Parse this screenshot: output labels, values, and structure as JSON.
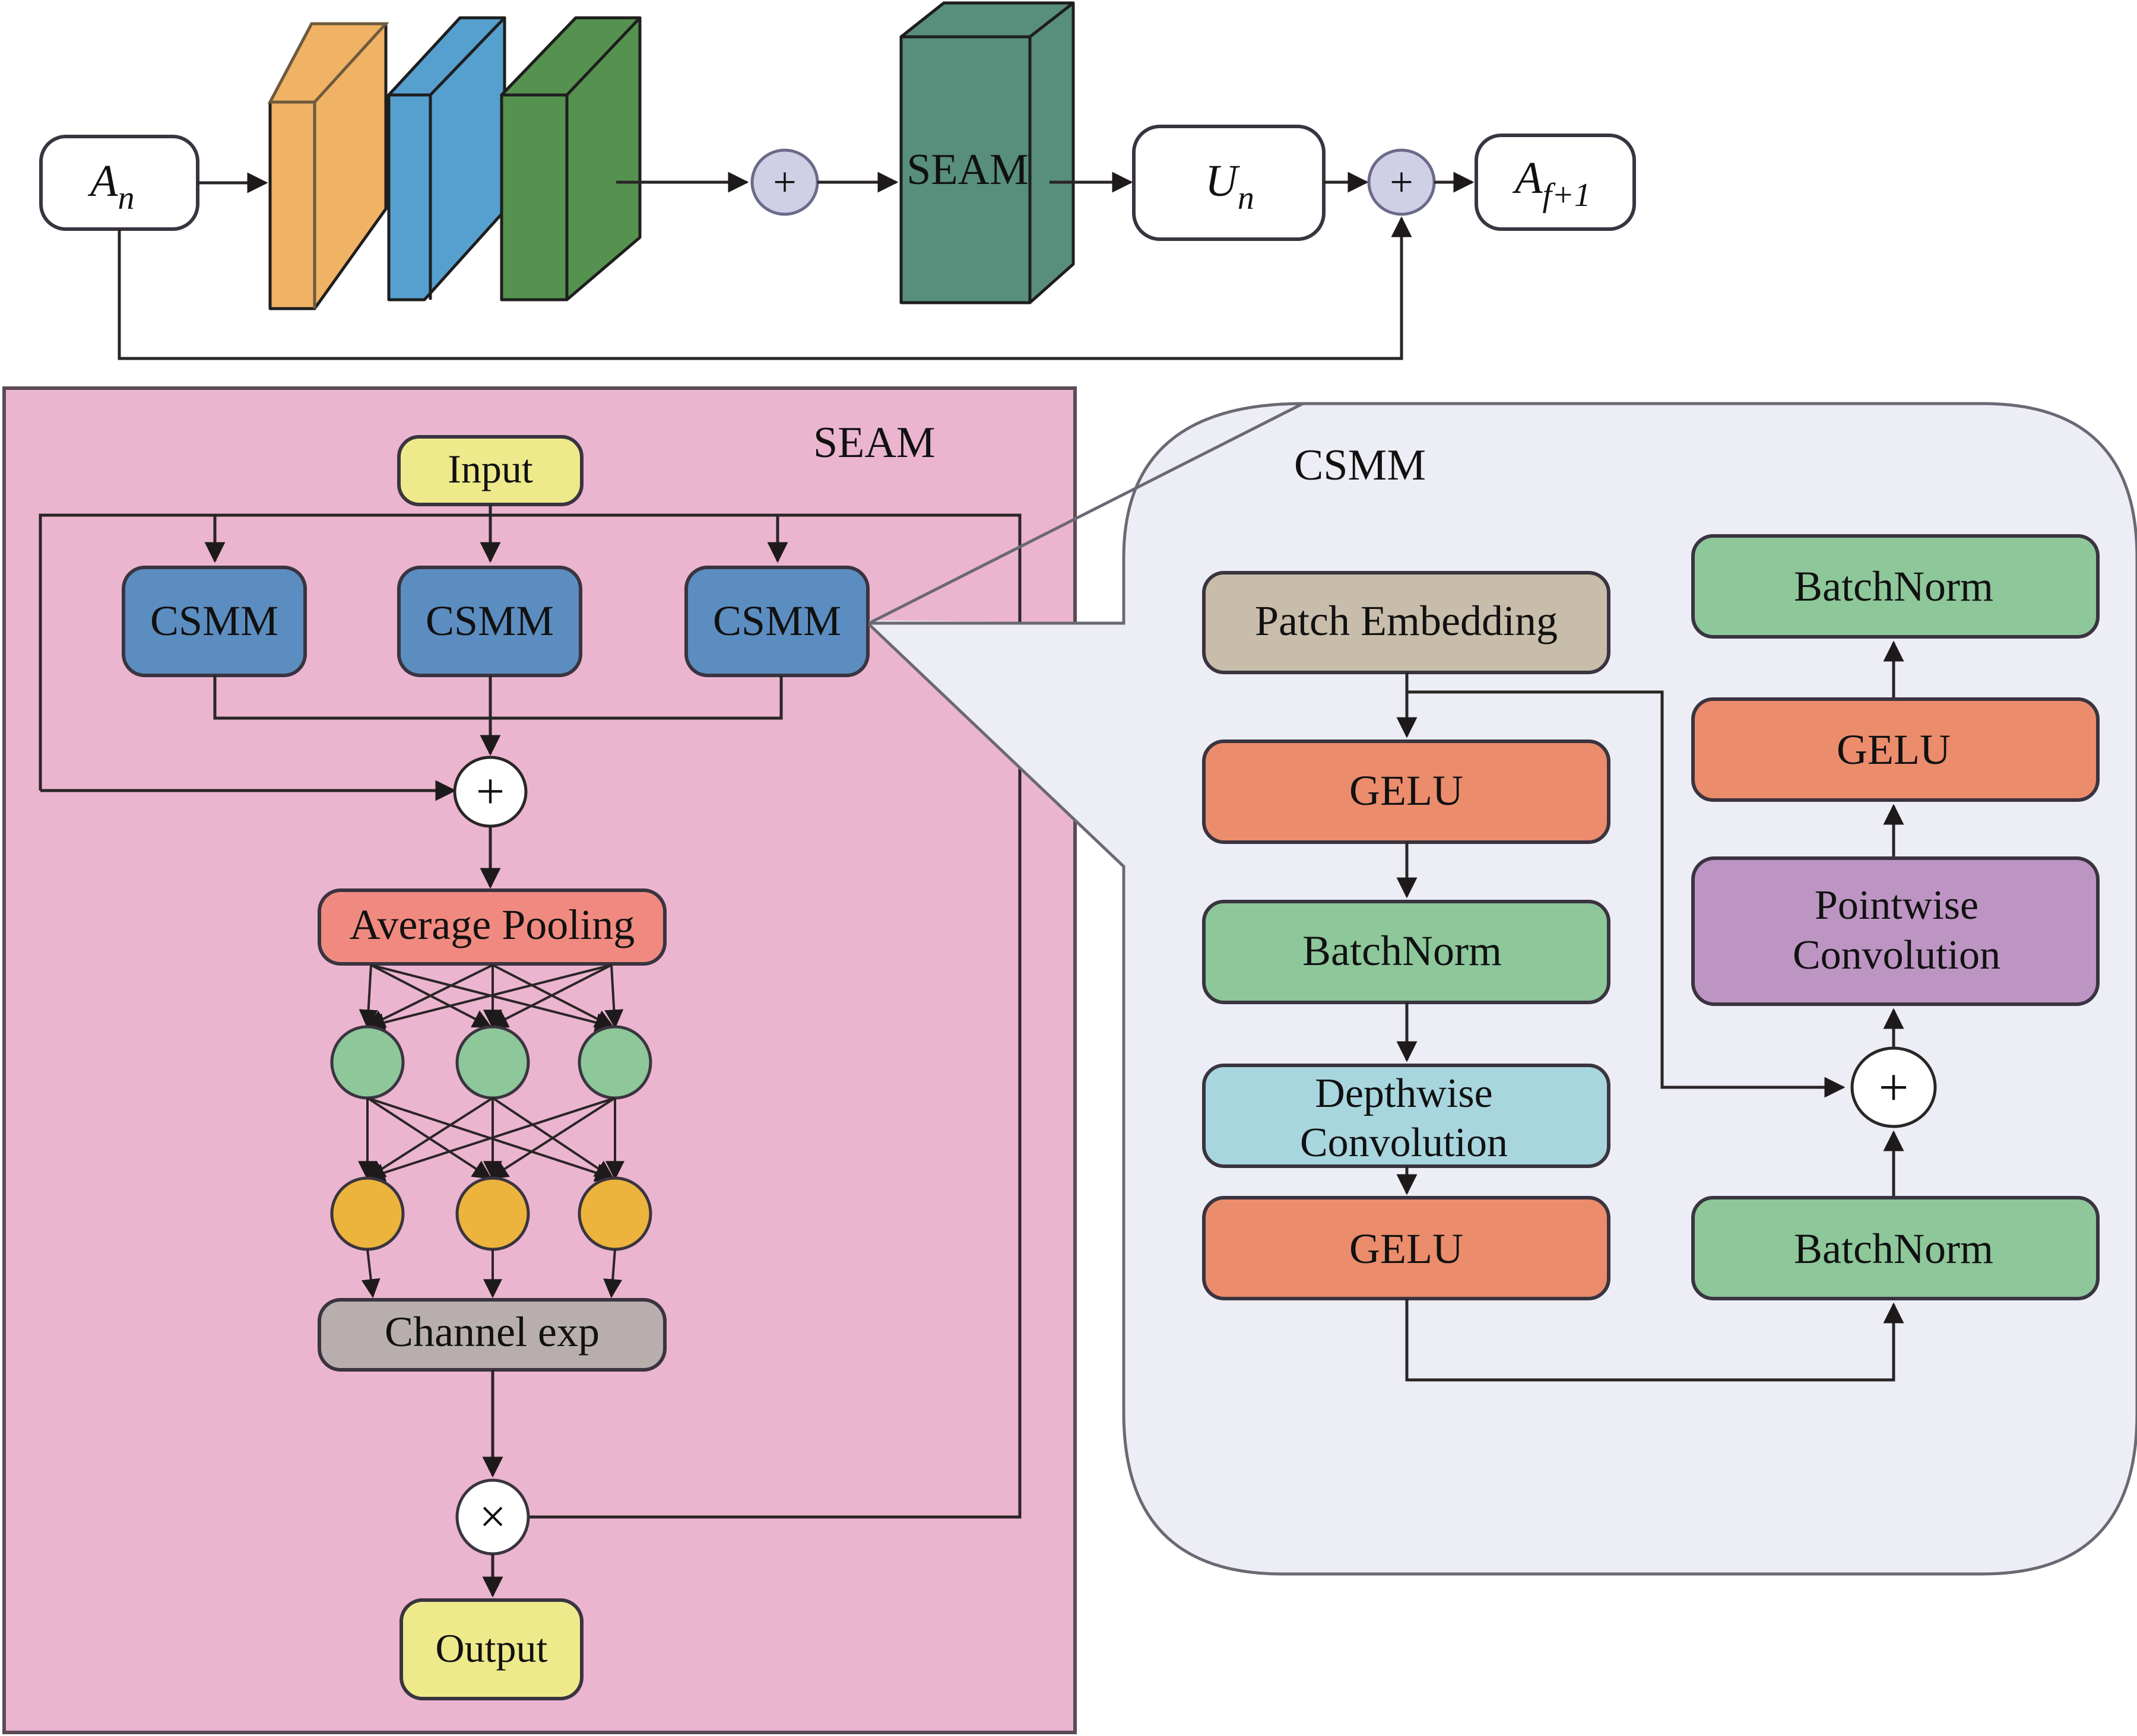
{
  "top_pipeline": {
    "input": {
      "main": "A",
      "sub": "n"
    },
    "seam_block": "SEAM",
    "intermediate": {
      "main": "U",
      "sub": "n"
    },
    "output": {
      "main": "A",
      "sub": "f+1"
    },
    "sum_symbol": "+",
    "slab_colors": [
      "#f0b264",
      "#56a0d0",
      "#56924f"
    ],
    "seam_color": "#588e7c"
  },
  "seam_panel": {
    "title": "SEAM",
    "input": "Input",
    "csmm_blocks": [
      "CSMM",
      "CSMM",
      "CSMM"
    ],
    "sum_symbol": "+",
    "average_pooling": "Average Pooling",
    "channel_exp": "Channel exp",
    "multiply_symbol": "×",
    "output": "Output",
    "background": "#ebb5cf"
  },
  "csmm_panel": {
    "title": "CSMM",
    "left_column": [
      "Patch Embedding",
      "GELU",
      "BatchNorm",
      "Depthwise Convolution",
      "GELU"
    ],
    "right_column": [
      "BatchNorm",
      "GELU",
      "Pointwise Convolution",
      "BatchNorm"
    ],
    "sum_symbol": "+",
    "background": "#ecedf5"
  }
}
